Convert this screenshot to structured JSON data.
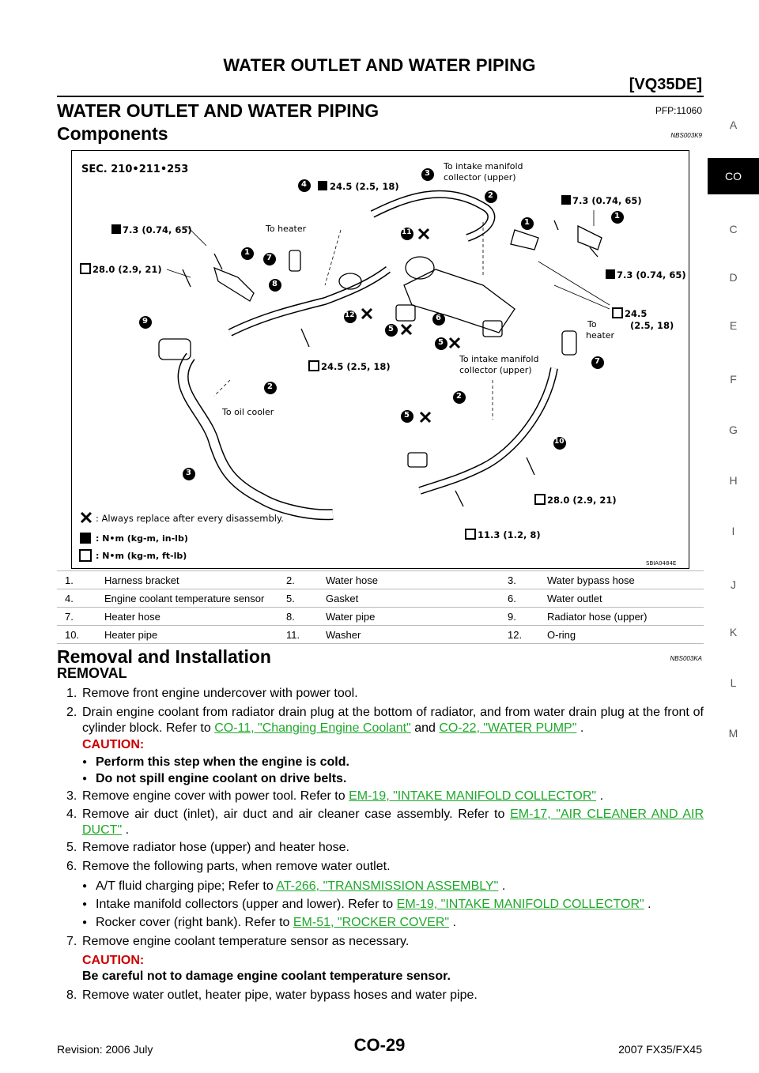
{
  "header": {
    "title": "WATER OUTLET AND WATER PIPING",
    "engine": "[VQ35DE]"
  },
  "section": {
    "title": "WATER OUTLET AND WATER PIPING",
    "pfp": "PFP:11060"
  },
  "components": {
    "title": "Components",
    "code": "NBS003K9"
  },
  "side_index": {
    "letters": [
      "A",
      "C",
      "D",
      "E",
      "F",
      "G",
      "H",
      "I",
      "J",
      "K",
      "L",
      "M"
    ],
    "active": "CO"
  },
  "diagram": {
    "sec": "SEC. 210•211•253",
    "figure_id": "SBIA0484E",
    "labels": {
      "to_intake_top": "To intake manifold",
      "collector_upper_top": "collector (upper)",
      "to_heater_left": "To heater",
      "to_heater_right_1": "To",
      "to_heater_right_2": "heater",
      "to_intake_mid": "To intake manifold",
      "collector_upper_mid": "collector (upper)",
      "to_oil_cooler": "To oil cooler"
    },
    "torques": {
      "t4": "24.5 (2.5, 18)",
      "t73_top_right": "7.3 (0.74, 65)",
      "t73_left": "7.3 (0.74, 65)",
      "t280_left": "28.0 (2.9, 21)",
      "t73_right": "7.3 (0.74, 65)",
      "t245_right_a": "24.5",
      "t245_right_b": "(2.5, 18)",
      "t245_mid": "24.5 (2.5, 18)",
      "t280_bottom": "28.0 (2.9, 21)",
      "t113": "11.3 (1.2, 8)"
    },
    "legend": {
      "replace": ": Always replace after every disassembly.",
      "nm_inlb": ": N•m (kg-m, in-lb)",
      "nm_ftlb": ": N•m (kg-m, ft-lb)"
    },
    "callouts": [
      "1",
      "2",
      "3",
      "4",
      "5",
      "6",
      "7",
      "8",
      "9",
      "10",
      "11",
      "12"
    ]
  },
  "parts": [
    [
      "1.",
      "Harness bracket",
      "2.",
      "Water hose",
      "3.",
      "Water bypass hose"
    ],
    [
      "4.",
      "Engine coolant temperature sensor",
      "5.",
      "Gasket",
      "6.",
      "Water outlet"
    ],
    [
      "7.",
      "Heater hose",
      "8.",
      "Water pipe",
      "9.",
      "Radiator hose (upper)"
    ],
    [
      "10.",
      "Heater pipe",
      "11.",
      "Washer",
      "12.",
      "O-ring"
    ]
  ],
  "removal_install": {
    "title": "Removal and Installation",
    "code": "NBS003KA",
    "removal_heading": "REMOVAL"
  },
  "steps": {
    "s1": "Remove front engine undercover with power tool.",
    "s2_text": "Drain engine coolant from radiator drain plug at the bottom of radiator, and from water drain plug at the front of cylinder block. Refer to",
    "s2_link1": "CO-11, \"Changing Engine Coolant\"",
    "s2_and": "and",
    "s2_link2": "CO-22, \"WATER PUMP\"",
    "s2_end": ".",
    "caution": "CAUTION:",
    "c1": "Perform this step when the engine is cold.",
    "c2": "Do not spill engine coolant on drive belts.",
    "s3_text": "Remove engine cover with power tool. Refer to",
    "s3_link": "EM-19, \"INTAKE MANIFOLD COLLECTOR\"",
    "s3_end": ".",
    "s4_text": "Remove air duct (inlet), air duct and air cleaner case assembly. Refer to",
    "s4_link": "EM-17, \"AIR CLEANER AND AIR DUCT\"",
    "s4_end": ".",
    "s5": "Remove radiator hose (upper) and heater hose.",
    "s6": "Remove the following parts, when remove water outlet.",
    "b1_text": "A/T fluid charging pipe; Refer to",
    "b1_link": "AT-266, \"TRANSMISSION ASSEMBLY\"",
    "b1_end": ".",
    "b2_text": "Intake manifold collectors (upper and lower). Refer to",
    "b2_link": "EM-19, \"INTAKE MANIFOLD COLLECTOR\"",
    "b2_end": ".",
    "b3_text": "Rocker cover (right bank). Refer to",
    "b3_link": "EM-51, \"ROCKER COVER\"",
    "b3_end": ".",
    "s7": "Remove engine coolant temperature sensor as necessary.",
    "caution2": "CAUTION:",
    "c3": "Be careful not to damage engine coolant temperature sensor.",
    "s8": "Remove water outlet, heater pipe, water bypass hoses and water pipe."
  },
  "footer": {
    "revision": "Revision: 2006 July",
    "page": "CO-29",
    "model": "2007 FX35/FX45"
  }
}
